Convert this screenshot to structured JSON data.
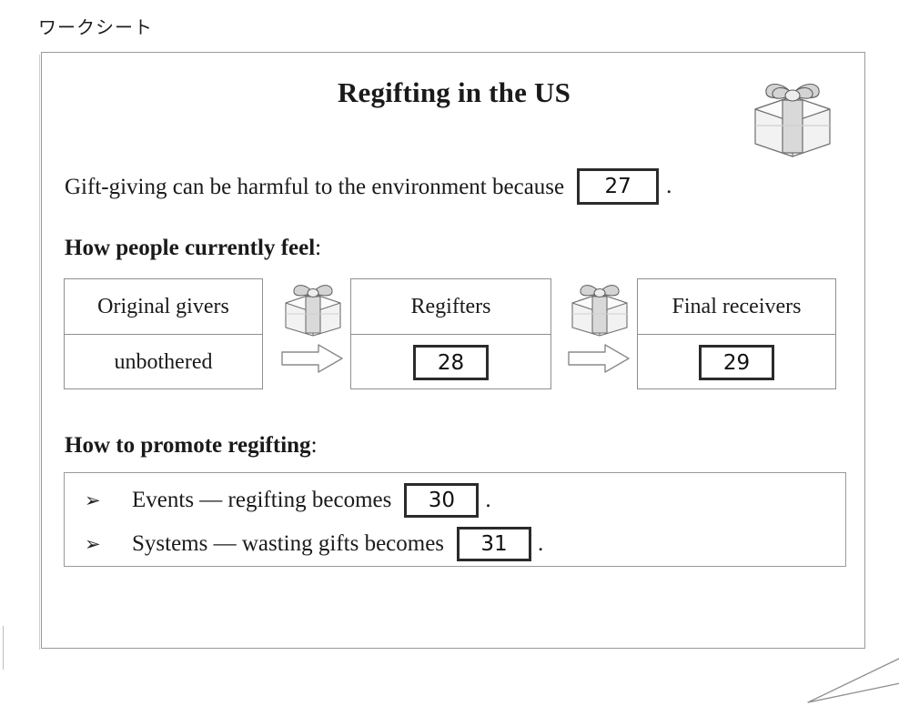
{
  "page": {
    "worksheet_label": "ワークシート",
    "title": "Regifting in the US",
    "frame_color": "#9a9a9a",
    "answer_box_border_color": "#2b2b2b"
  },
  "intro": {
    "text": "Gift-giving can be harmful to the environment because",
    "answer_number": "27",
    "trailing_punctuation": "."
  },
  "feel_section": {
    "heading": "How people currently feel",
    "heading_colon": ":",
    "flow": [
      {
        "label": "Original givers",
        "value": "unbothered",
        "is_answer": false
      },
      {
        "label": "Regifters",
        "value": "28",
        "is_answer": true
      },
      {
        "label": "Final receivers",
        "value": "29",
        "is_answer": true
      }
    ],
    "connectors": [
      {
        "icon": "gift-box-icon",
        "arrow": "right-arrow-icon"
      },
      {
        "icon": "gift-box-icon",
        "arrow": "right-arrow-icon"
      }
    ]
  },
  "promote_section": {
    "heading": "How to promote regifting",
    "heading_colon": ":",
    "bullets": [
      {
        "marker": "➢",
        "marker_name": "arrowhead-bullet-icon",
        "text": "Events — regifting becomes",
        "answer_number": "30",
        "trailing_punctuation": "."
      },
      {
        "marker": "➢",
        "marker_name": "arrowhead-bullet-icon",
        "text": "Systems — wasting gifts becomes",
        "answer_number": "31",
        "trailing_punctuation": "."
      }
    ]
  },
  "decorations": {
    "title_gift_icon": "gift-box-icon",
    "corner_fold": "page-fold-corner"
  }
}
